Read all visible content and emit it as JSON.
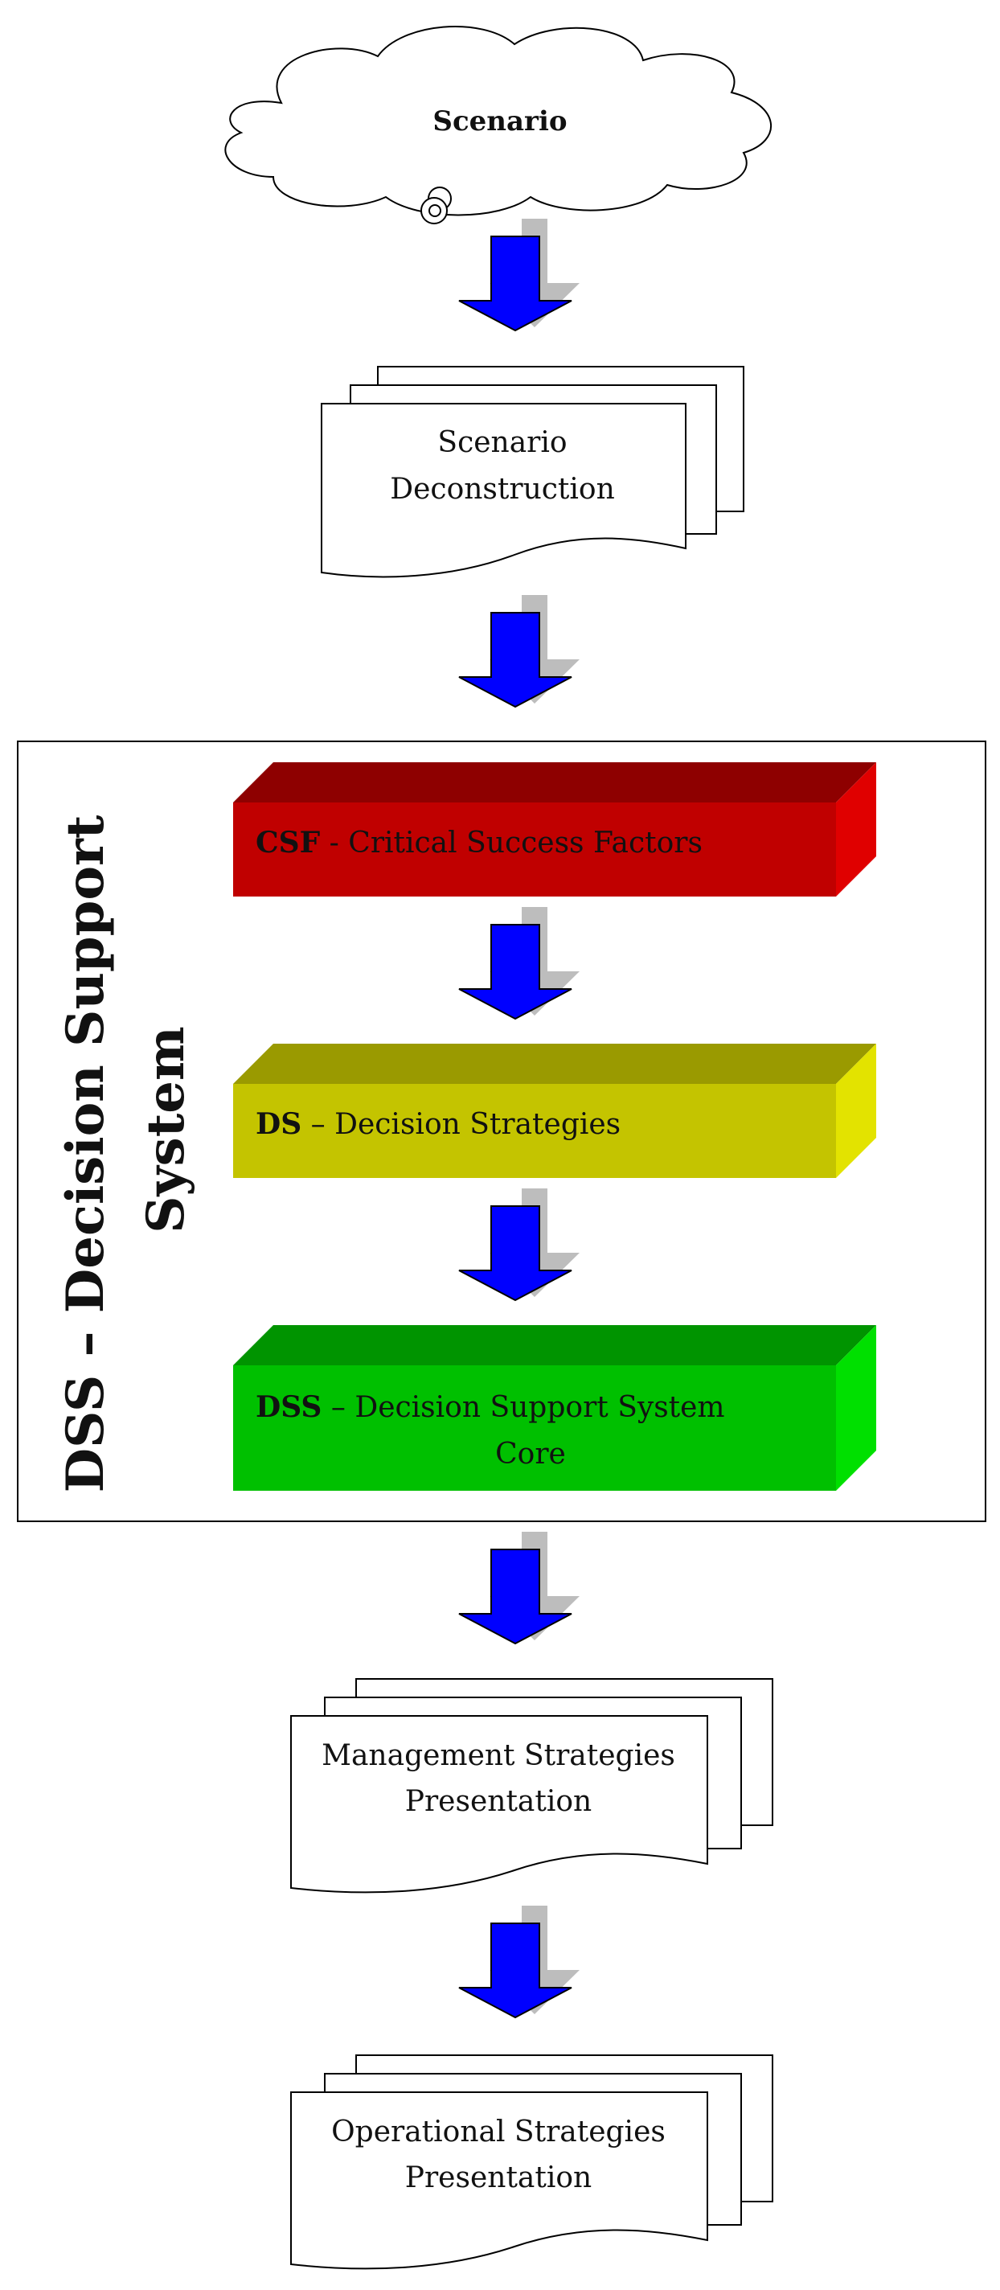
{
  "nodes": {
    "scenario": {
      "label": "Scenario"
    },
    "deconstruction": {
      "line1": "Scenario",
      "line2": "Deconstruction"
    },
    "dss_panel": {
      "title_line1": "DSS – Decision Support",
      "title_line2": "System"
    },
    "csf": {
      "abbr": "CSF",
      "rest": " - Critical Success Factors",
      "color_front": "#c00000",
      "color_top": "#8e0000",
      "color_side": "#e00000"
    },
    "ds": {
      "abbr": "DS",
      "rest": " – Decision Strategies",
      "color_front": "#c4c400",
      "color_top": "#9a9a00",
      "color_side": "#e3e300"
    },
    "dss": {
      "abbr": "DSS",
      "rest": " – Decision Support System",
      "line2": "Core",
      "color_front": "#00c000",
      "color_top": "#009400",
      "color_side": "#00e000"
    },
    "management": {
      "line1": "Management Strategies",
      "line2": "Presentation"
    },
    "operational": {
      "line1": "Operational Strategies",
      "line2": "Presentation"
    }
  },
  "colors": {
    "arrow": "#0000ff",
    "arrow_shadow": "#bdbdbd",
    "outline": "#000000"
  }
}
